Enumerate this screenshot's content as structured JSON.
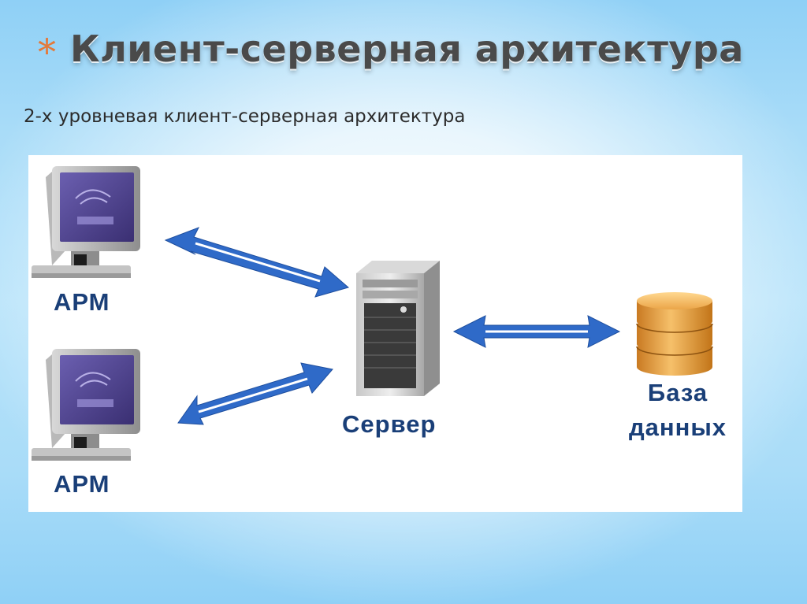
{
  "slide": {
    "bullet": "*",
    "title": "Клиент-серверная архитектура",
    "subtitle": "2-х уровневая клиент-серверная архитектура"
  },
  "diagram": {
    "client_top": {
      "label": "АРМ"
    },
    "client_bottom": {
      "label": "АРМ"
    },
    "server": {
      "label": "Сервер"
    },
    "database": {
      "label_line1": "База",
      "label_line2": "данных"
    },
    "colors": {
      "label": "#1a3f78",
      "arrow": "#2f6ac8",
      "monitor_screen": "#4c3f87",
      "db": "#eba548"
    }
  }
}
